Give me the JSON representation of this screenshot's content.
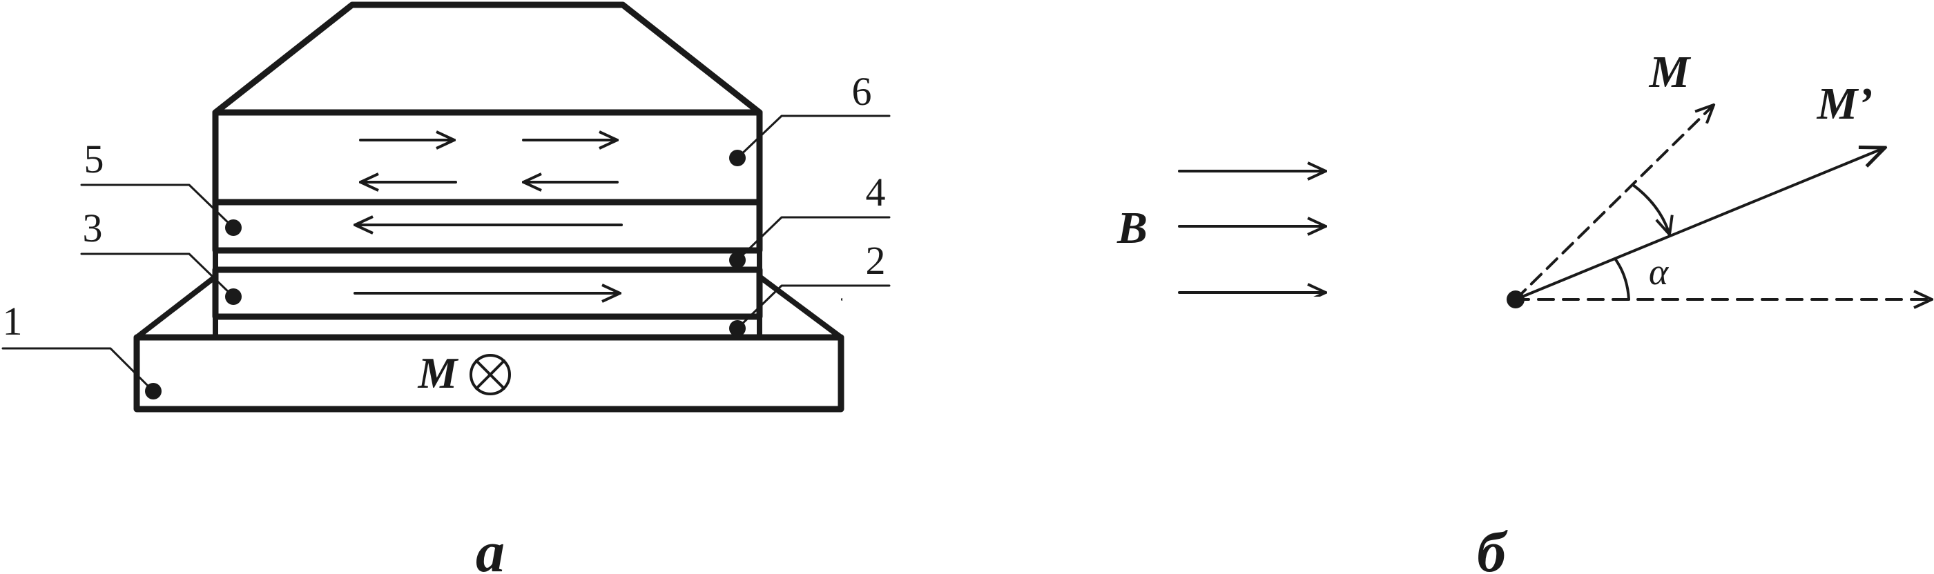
{
  "panel_a": {
    "caption": "а",
    "labels": [
      "1",
      "2",
      "3",
      "4",
      "5",
      "6"
    ],
    "substrate_label": "M"
  },
  "panel_b": {
    "caption": "б",
    "field_label": "B",
    "vector_m_label": "M",
    "vector_m_prime_label": "M’",
    "angle_label": "α"
  },
  "colors": {
    "ink": "#1a1a1a",
    "background": "#ffffff"
  }
}
